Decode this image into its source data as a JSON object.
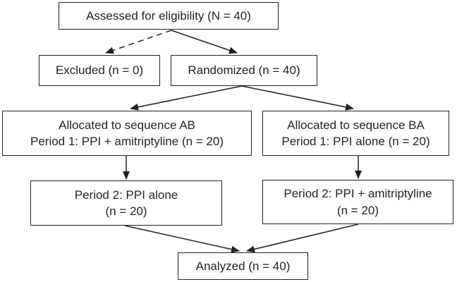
{
  "diagram": {
    "type": "flowchart",
    "nodes": {
      "assessed": {
        "label": "Assessed for eligibility (N = 40)"
      },
      "excluded": {
        "label": "Excluded (n = 0)"
      },
      "randomized": {
        "label": "Randomized (n = 40)"
      },
      "seq_ab": {
        "line1": "Allocated to sequence AB",
        "line2": "Period 1: PPI + amitriptyline (n = 20)"
      },
      "seq_ba": {
        "line1": "Allocated to sequence BA",
        "line2": "Period 1: PPI alone (n = 20)"
      },
      "period2_ab": {
        "line1": "Period 2: PPI alone",
        "line2": "(n = 20)"
      },
      "period2_ba": {
        "line1": "Period 2: PPI + amitriptyline",
        "line2": "(n = 20)"
      },
      "analyzed": {
        "label": "Analyzed (n = 40)"
      }
    },
    "edges": [
      {
        "from": "assessed",
        "to": "excluded",
        "style": "dashed"
      },
      {
        "from": "assessed",
        "to": "randomized",
        "style": "solid"
      },
      {
        "from": "randomized",
        "to": "seq_ab",
        "style": "solid"
      },
      {
        "from": "randomized",
        "to": "seq_ba",
        "style": "solid"
      },
      {
        "from": "seq_ab",
        "to": "period2_ab",
        "style": "solid"
      },
      {
        "from": "seq_ba",
        "to": "period2_ba",
        "style": "solid"
      },
      {
        "from": "period2_ab",
        "to": "analyzed",
        "style": "solid"
      },
      {
        "from": "period2_ba",
        "to": "analyzed",
        "style": "solid"
      }
    ],
    "colors": {
      "ink": "#231f20",
      "background": "#ffffff"
    }
  }
}
